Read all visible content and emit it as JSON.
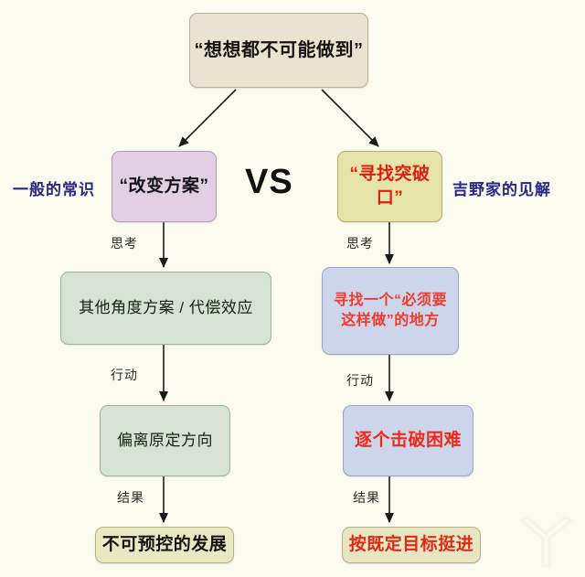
{
  "diagram": {
    "title_node": {
      "label": "“想想都不可能做到”"
    },
    "vs_label": "VS",
    "left_branch": {
      "side_label": "一般的常识",
      "option": "“改变方案”",
      "think_edge": "思考",
      "think_node": "其他角度方案 / 代偿效应",
      "act_edge": "行动",
      "act_node": "偏离原定方向",
      "result_edge": "结果",
      "result_node": "不可预控的发展"
    },
    "right_branch": {
      "side_label": "吉野家的见解",
      "option": "“寻找突破口”",
      "think_edge": "思考",
      "think_node_line1": "寻找一个“必须要",
      "think_node_line2": "这样做”的地方",
      "act_edge": "行动",
      "act_node": "逐个击破困难",
      "result_edge": "结果",
      "result_node": "按既定目标挺进"
    },
    "colors": {
      "background": "#fbfbef",
      "top_box": "#e9e3cf",
      "left_option_box": "#e3cfe3",
      "right_option_box": "#e6e3a8",
      "left_process_box": "#d6e2d4",
      "right_process_box": "#ccd5ea",
      "result_box": "#e8e8c3",
      "accent_red": "#e02a16",
      "side_label_blue": "#272785",
      "arrow": "#1a1a1a"
    }
  }
}
